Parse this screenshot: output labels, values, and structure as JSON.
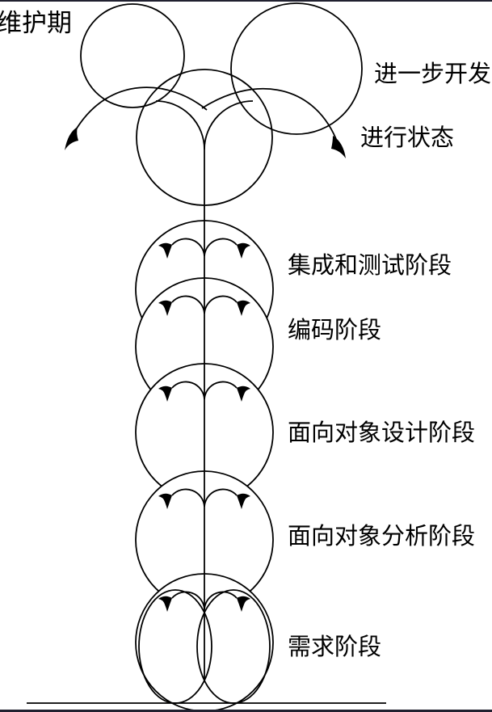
{
  "figure": {
    "background": "#ffffff",
    "line_color": "#000000",
    "edge_bar_color": "#20202f",
    "annotations": {
      "maintenance": "维护期",
      "further_development": "进一步开发",
      "ongoing_state": "进行状态"
    },
    "stages": [
      {
        "label": "集成和测试阶段"
      },
      {
        "label": "编码阶段"
      },
      {
        "label": "面向对象设计阶段"
      },
      {
        "label": "面向对象分析阶段"
      },
      {
        "label": "需求阶段"
      }
    ]
  }
}
